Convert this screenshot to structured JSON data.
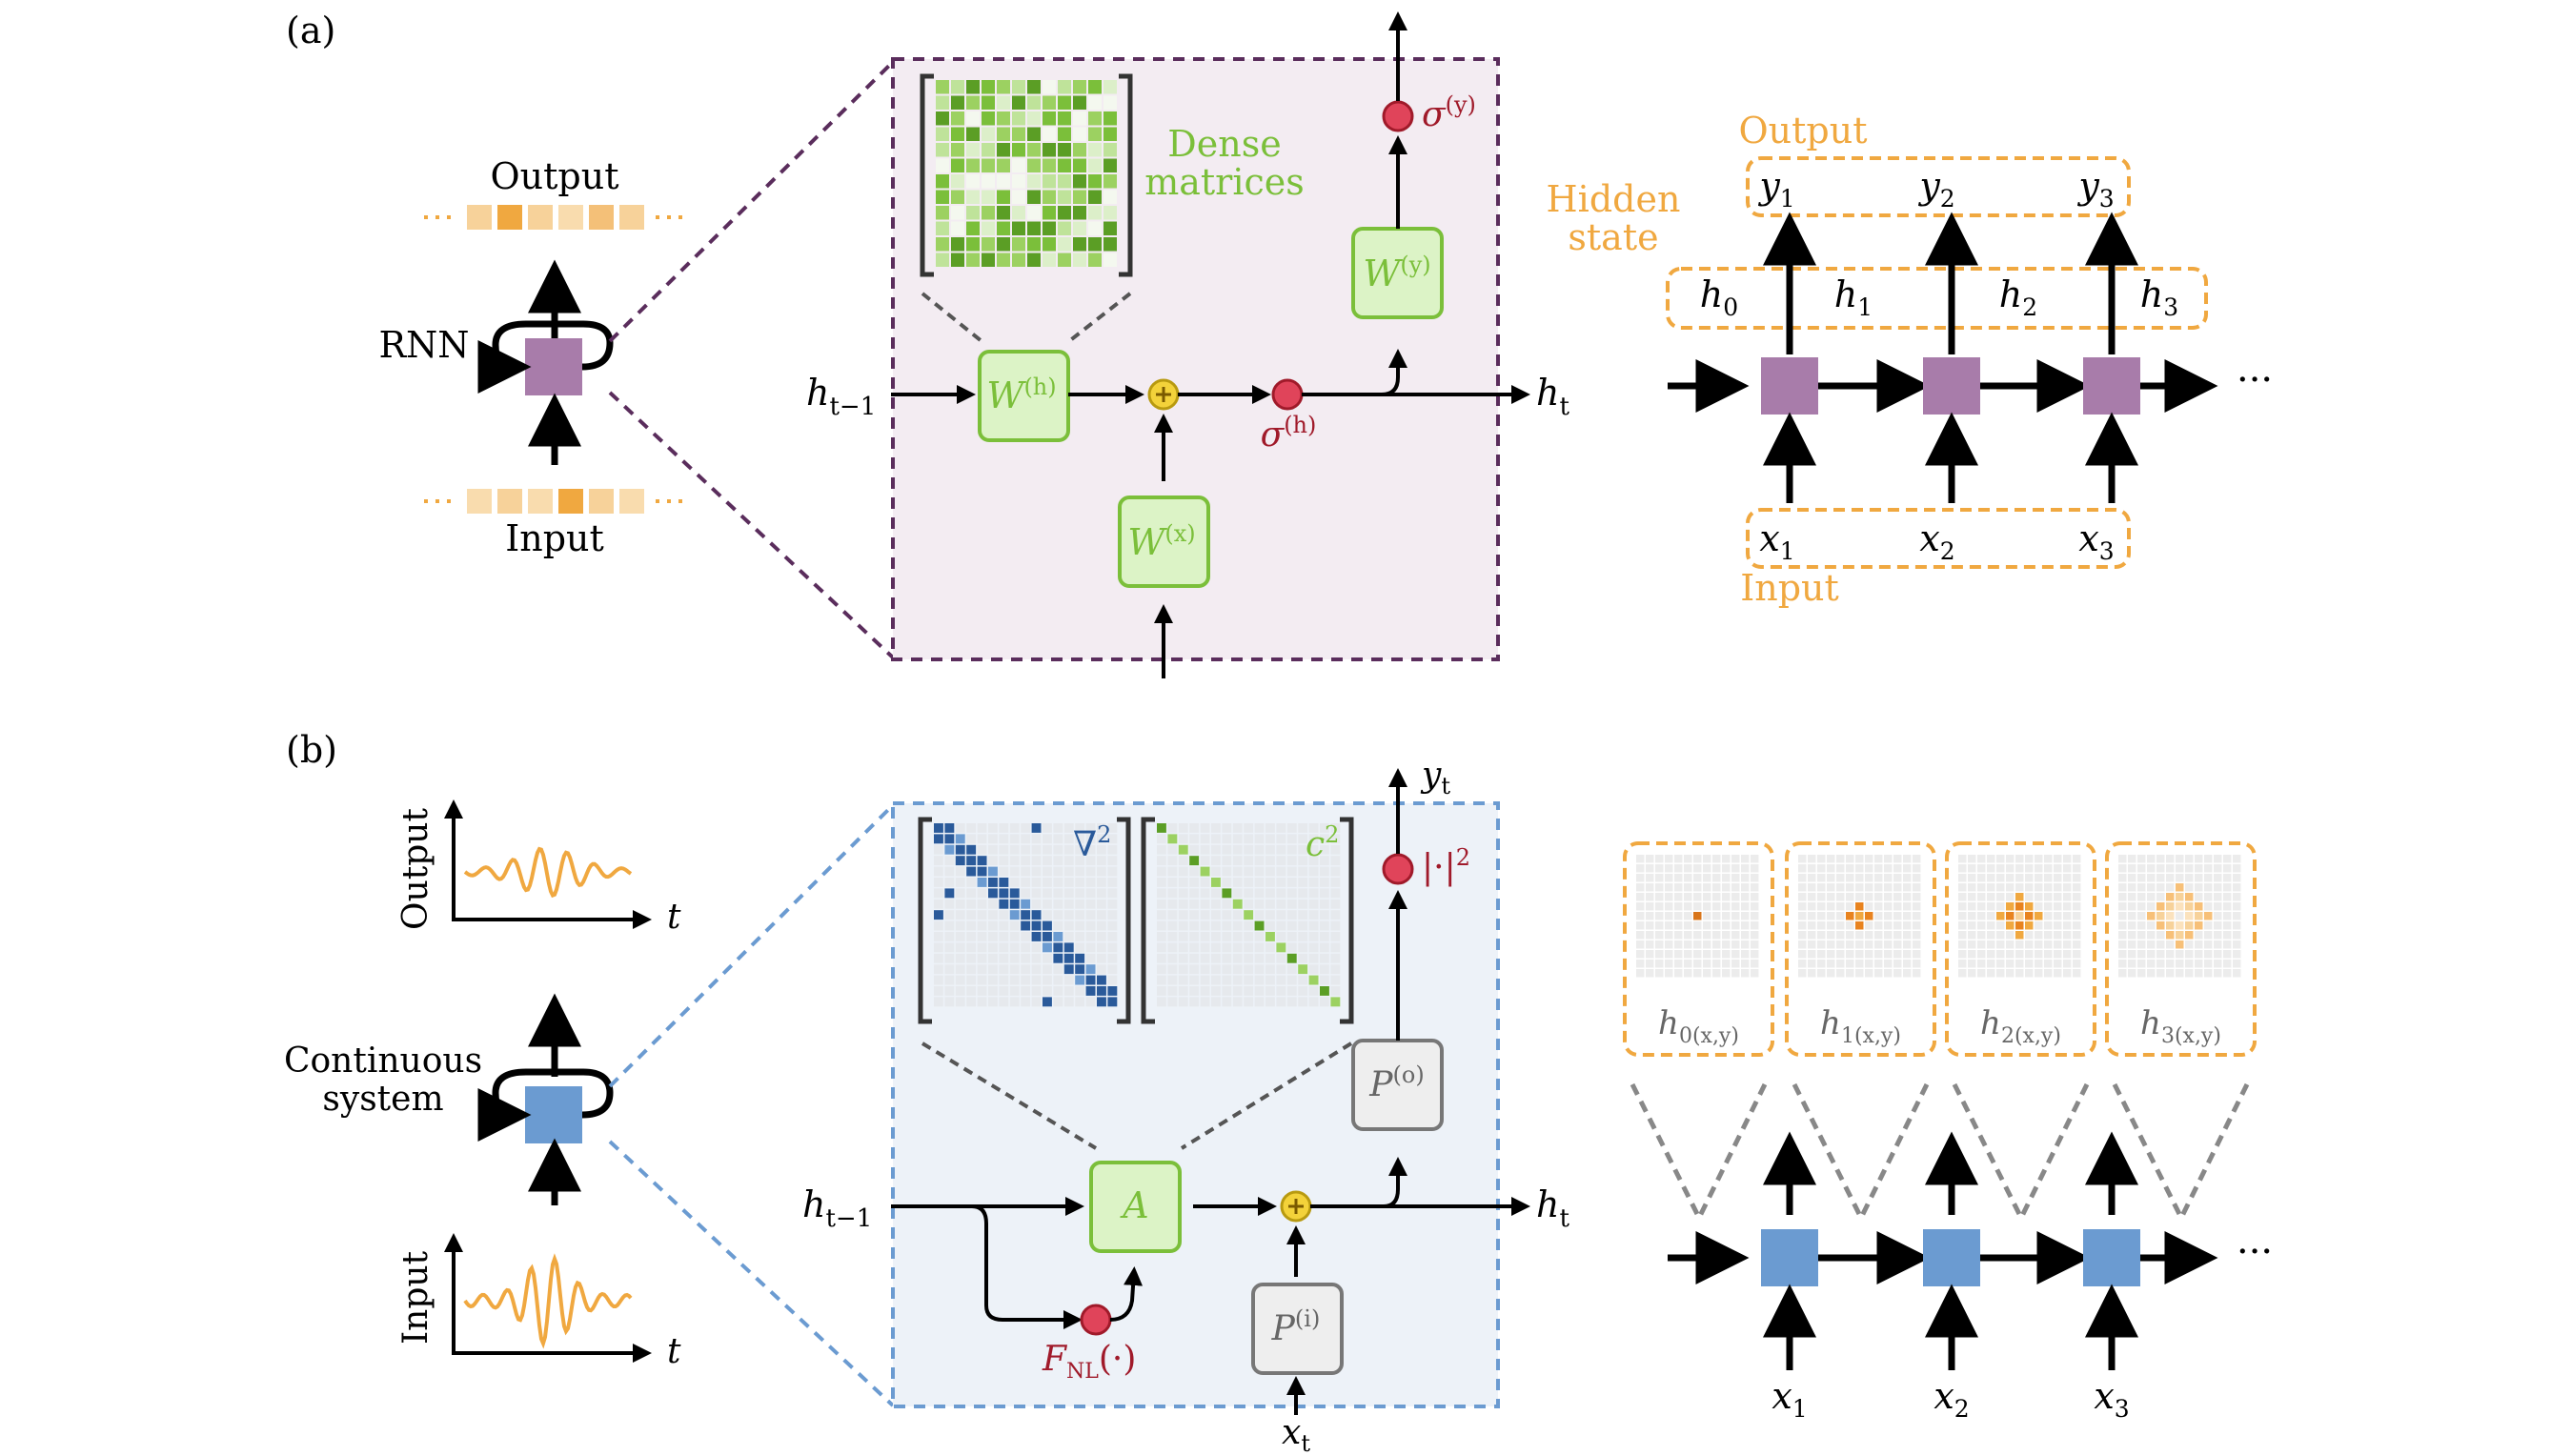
{
  "colors": {
    "rnn_cell": "#a87caa",
    "wave_cell": "#6b9bd1",
    "orange": "#f0a840",
    "orange_light": "#f7d29a",
    "green": "#7bbf3a",
    "green_fill": "#dcf3c6",
    "red": "#e0445a",
    "dark_red": "#a01a2a",
    "purple_dash": "#5a2d5c",
    "blue_dash": "#6b9bd1",
    "panel_a_bg": "#f3ecf2",
    "panel_b_bg": "#edf2f8",
    "grey_box": "#eeeeee",
    "blue_matrix": "#2a5a9a",
    "sum_yellow": "#f3d23a"
  },
  "panel_a": {
    "label": "(a)",
    "left": {
      "output": "Output",
      "input": "Input",
      "cell": "RNN"
    },
    "mid": {
      "dense_1": "Dense",
      "dense_2": "matrices",
      "w_h": "W",
      "w_h_sup": "(h)",
      "w_x": "W",
      "w_x_sup": "(x)",
      "w_y": "W",
      "w_y_sup": "(y)",
      "sigma_h": "σ",
      "sigma_h_sup": "(h)",
      "sigma_y": "σ",
      "sigma_y_sup": "(y)",
      "h_prev": "h",
      "h_prev_sub": "t−1",
      "h_t": "h",
      "h_t_sub": "t"
    },
    "right": {
      "output": "Output",
      "hidden_1": "Hidden",
      "hidden_2": "state",
      "input": "Input",
      "ellipsis": "···",
      "y": [
        {
          "v": "y",
          "s": "1"
        },
        {
          "v": "y",
          "s": "2"
        },
        {
          "v": "y",
          "s": "3"
        }
      ],
      "h": [
        {
          "v": "h",
          "s": "0"
        },
        {
          "v": "h",
          "s": "1"
        },
        {
          "v": "h",
          "s": "2"
        },
        {
          "v": "h",
          "s": "3"
        }
      ],
      "x": [
        {
          "v": "x",
          "s": "1"
        },
        {
          "v": "x",
          "s": "2"
        },
        {
          "v": "x",
          "s": "3"
        }
      ]
    }
  },
  "panel_b": {
    "label": "(b)",
    "left": {
      "output": "Output",
      "input": "Input",
      "cell_1": "Continuous",
      "cell_2": "system",
      "t": "t"
    },
    "mid": {
      "laplacian": "∇",
      "laplacian_sup": "2",
      "c2": "c",
      "c2_sup": "2",
      "a": "A",
      "p_out": "P",
      "p_out_sup": "(o)",
      "p_in": "P",
      "p_in_sup": "(i)",
      "abs_sq": "|·|",
      "abs_sq_sup": "2",
      "fnl": "F",
      "fnl_sub": "NL",
      "fnl_arg": "(·)",
      "h_prev": "h",
      "h_prev_sub": "t−1",
      "h_t": "h",
      "h_t_sub": "t",
      "x_t": "x",
      "x_t_sub": "t",
      "y_t": "y",
      "y_t_sub": "t"
    },
    "right": {
      "ellipsis": "···",
      "fields": [
        {
          "v": "h",
          "s": "0(x,y)"
        },
        {
          "v": "h",
          "s": "1(x,y)"
        },
        {
          "v": "h",
          "s": "2(x,y)"
        },
        {
          "v": "h",
          "s": "3(x,y)"
        }
      ],
      "x": [
        {
          "v": "x",
          "s": "1"
        },
        {
          "v": "x",
          "s": "2"
        },
        {
          "v": "x",
          "s": "3"
        }
      ]
    }
  }
}
